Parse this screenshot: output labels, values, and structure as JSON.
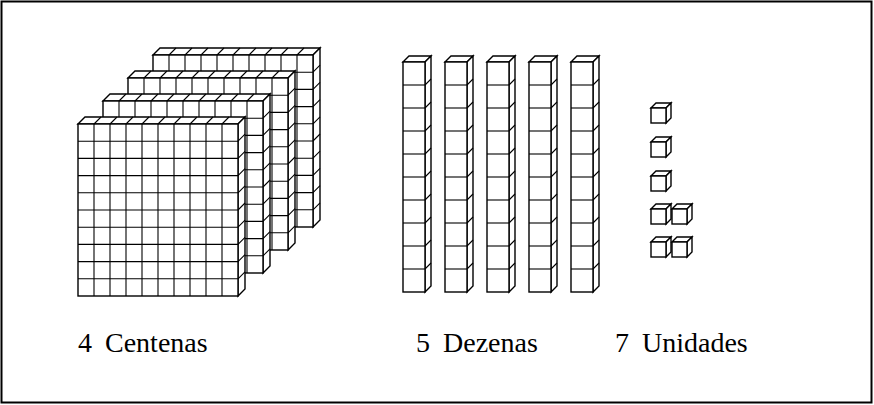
{
  "diagram": {
    "labels": [
      "4 Centenas",
      "5 Dezenas",
      "7 Unidades"
    ]
  }
}
